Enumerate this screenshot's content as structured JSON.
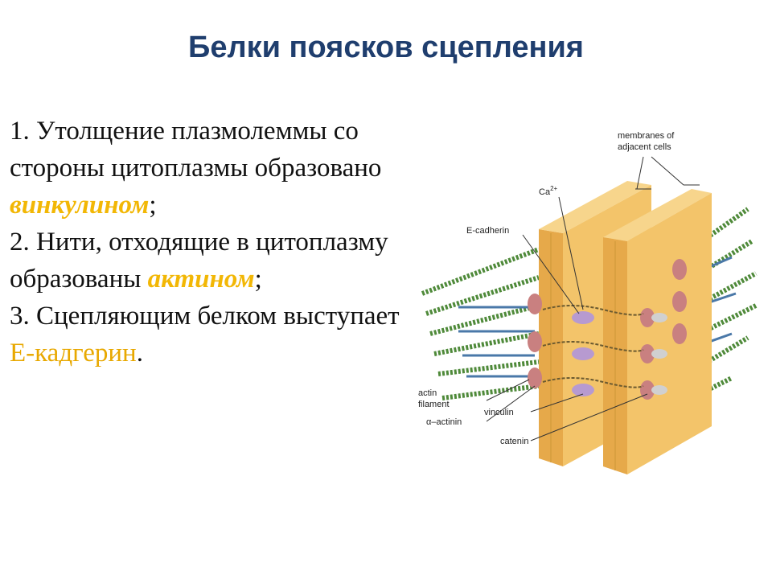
{
  "title": "Белки поясков сцепления",
  "points": {
    "p1_text": "1. Утолщение плазмолеммы со стороны цитоплазмы образовано ",
    "p1_highlight": "винкулином",
    "p1_end": ";",
    "p2_text": "2. Нити, отходящие в цитоплазму образованы ",
    "p2_highlight": "актином",
    "p2_end": ";",
    "p3_text": "3. Сцепляющим белком выступает ",
    "p3_highlight": "Е-кадгерин",
    "p3_end": "."
  },
  "diagram": {
    "label_membranes_1": "membranes of",
    "label_membranes_2": "adjacent cells",
    "label_ca": "Ca",
    "label_ca_sup": "2+",
    "label_ecadherin": "E-cadherin",
    "label_actin_1": "actin",
    "label_actin_2": "filament",
    "label_alpha_actinin": "α–actinin",
    "label_vinculin": "vinculin",
    "label_catenin": "catenin"
  },
  "colors": {
    "title": "#1f3e6e",
    "highlight": "#f2b705",
    "membrane": "#f3c46a",
    "membrane_side": "#d9a040",
    "actin": "#4f8a3a",
    "cadherin": "#c98080",
    "vinculin": "#b79ad0"
  }
}
